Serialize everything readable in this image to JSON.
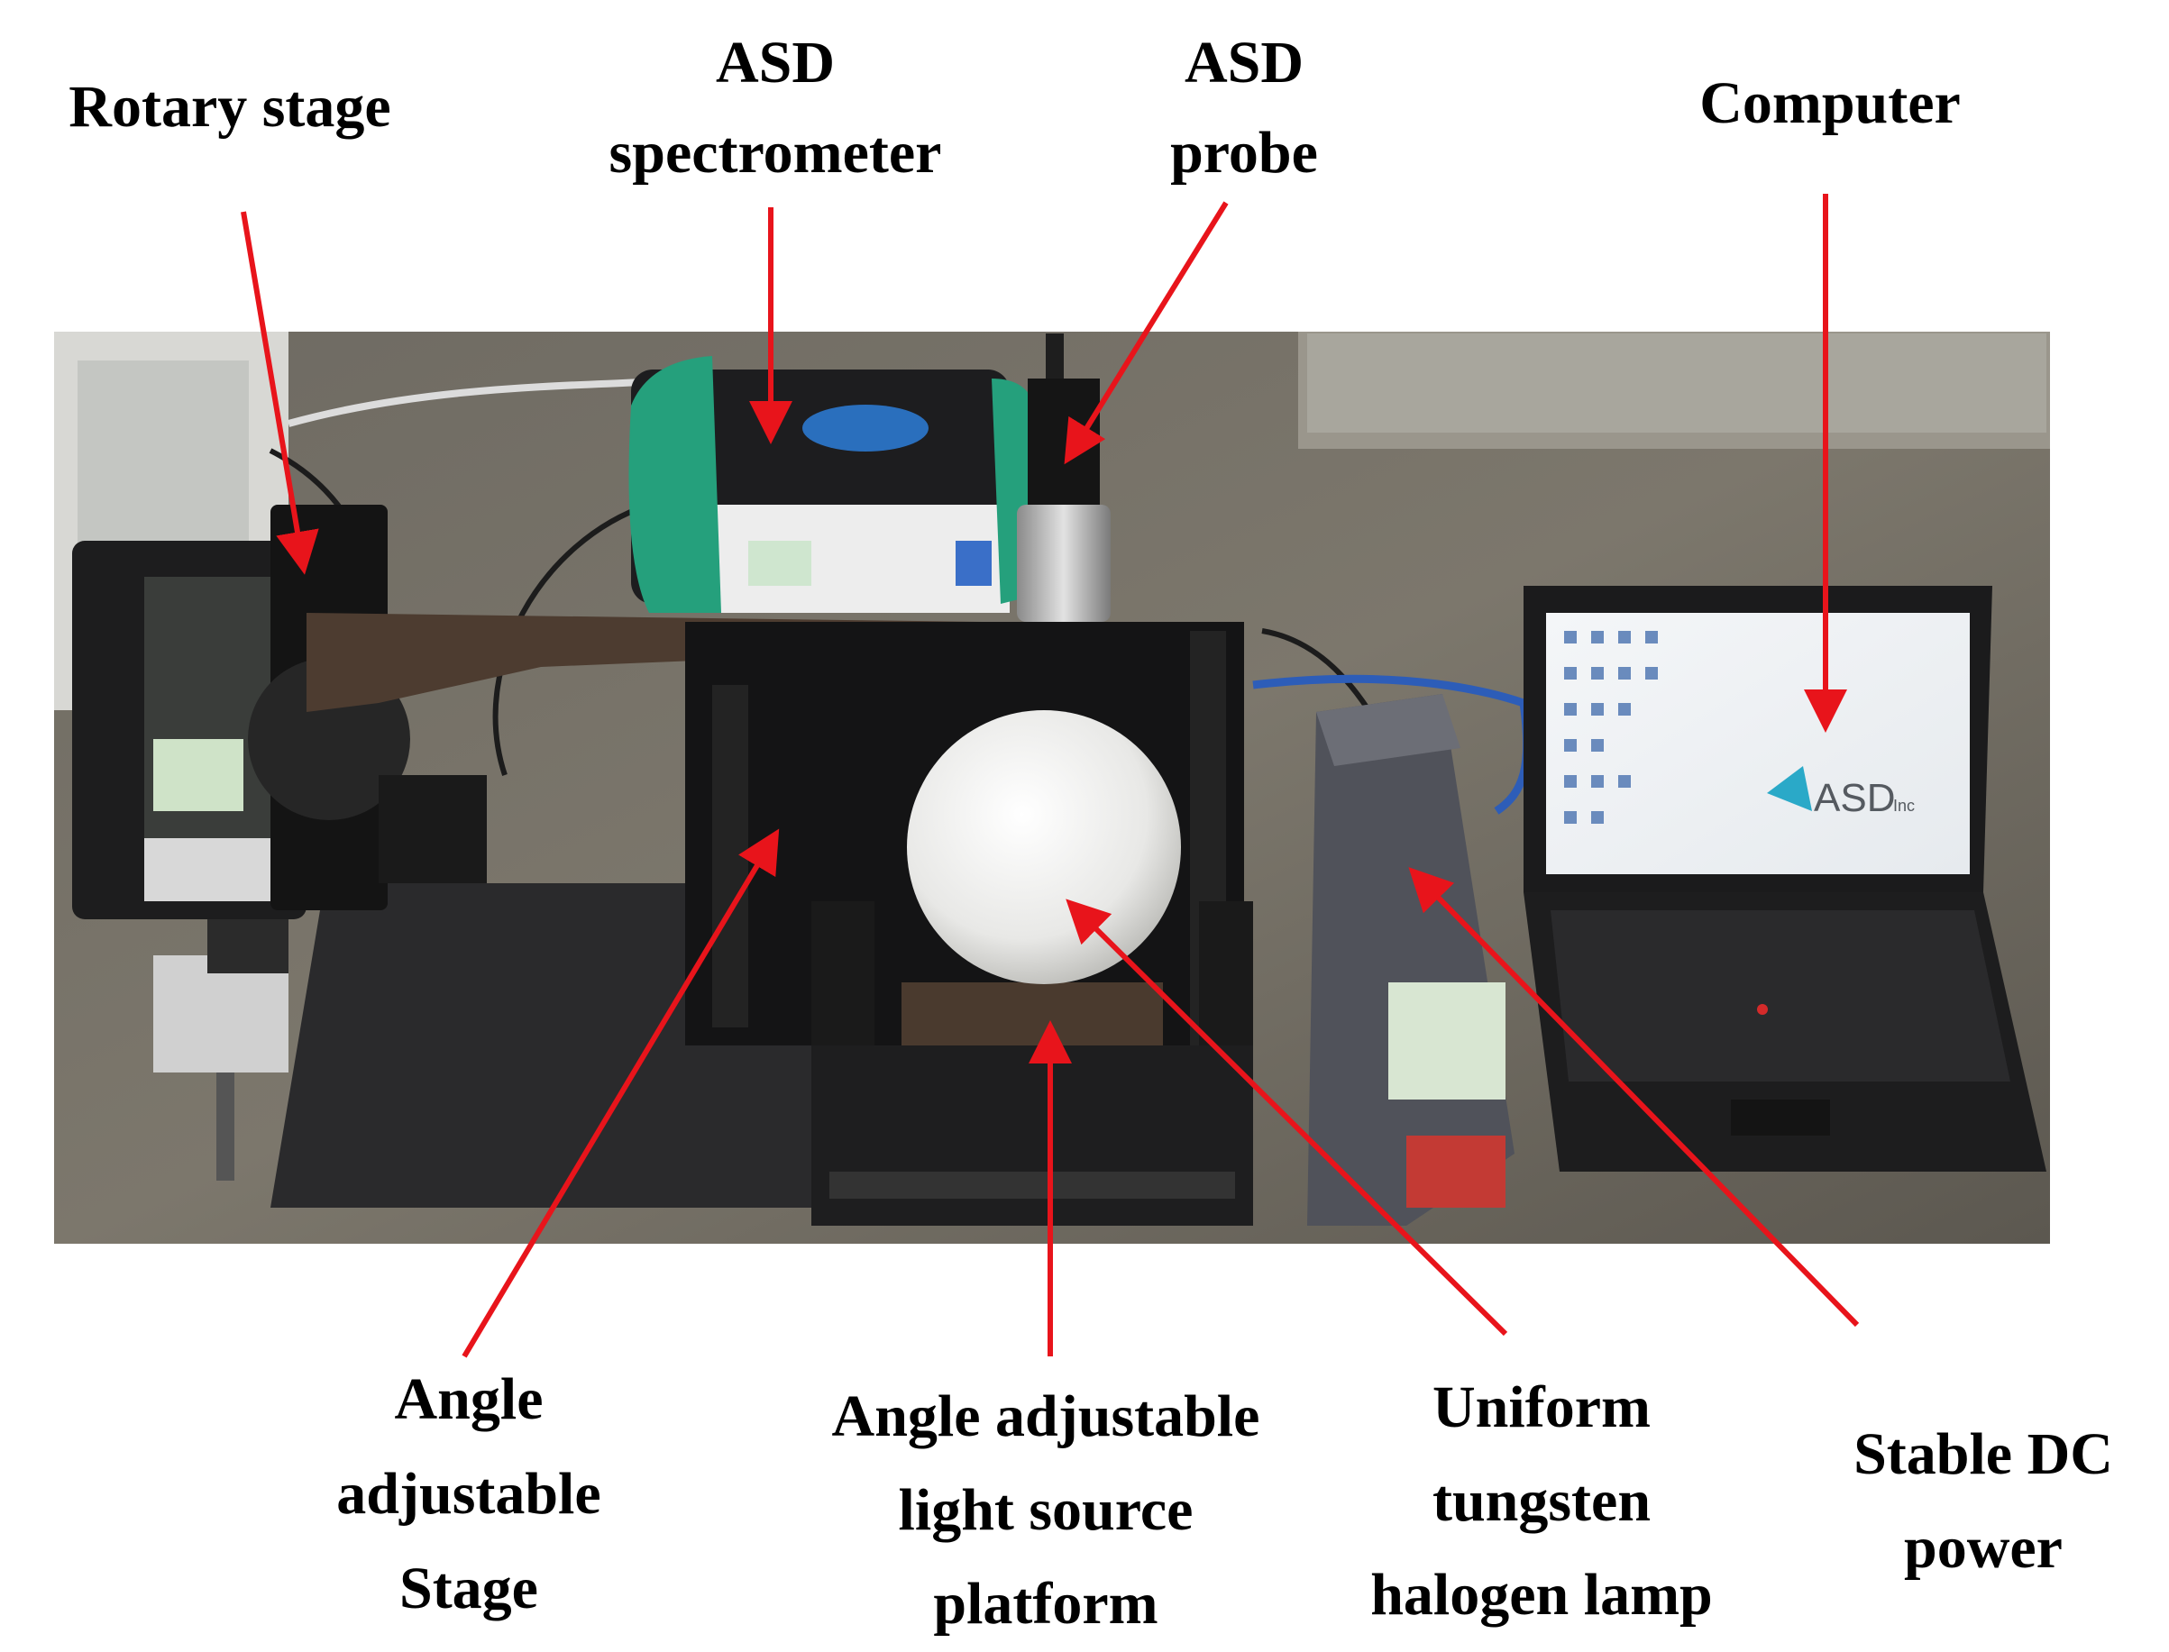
{
  "labels": {
    "rotary_stage": [
      "Rotary stage"
    ],
    "asd_spectrometer": [
      "ASD",
      "spectrometer"
    ],
    "asd_probe": [
      "ASD",
      "probe"
    ],
    "computer": [
      "Computer"
    ],
    "angle_adjustable_stage": [
      "Angle",
      "adjustable",
      "Stage"
    ],
    "light_source_platform": [
      "Angle adjustable",
      "light source",
      "platform"
    ],
    "halogen_lamp": [
      "Uniform",
      "tungsten",
      "halogen lamp"
    ],
    "dc_power": [
      "Stable DC",
      "power"
    ]
  },
  "laptop_screen_logo": "ASD",
  "laptop_screen_logo_suffix": "Inc",
  "colors": {
    "arrow": "#e8141b"
  }
}
